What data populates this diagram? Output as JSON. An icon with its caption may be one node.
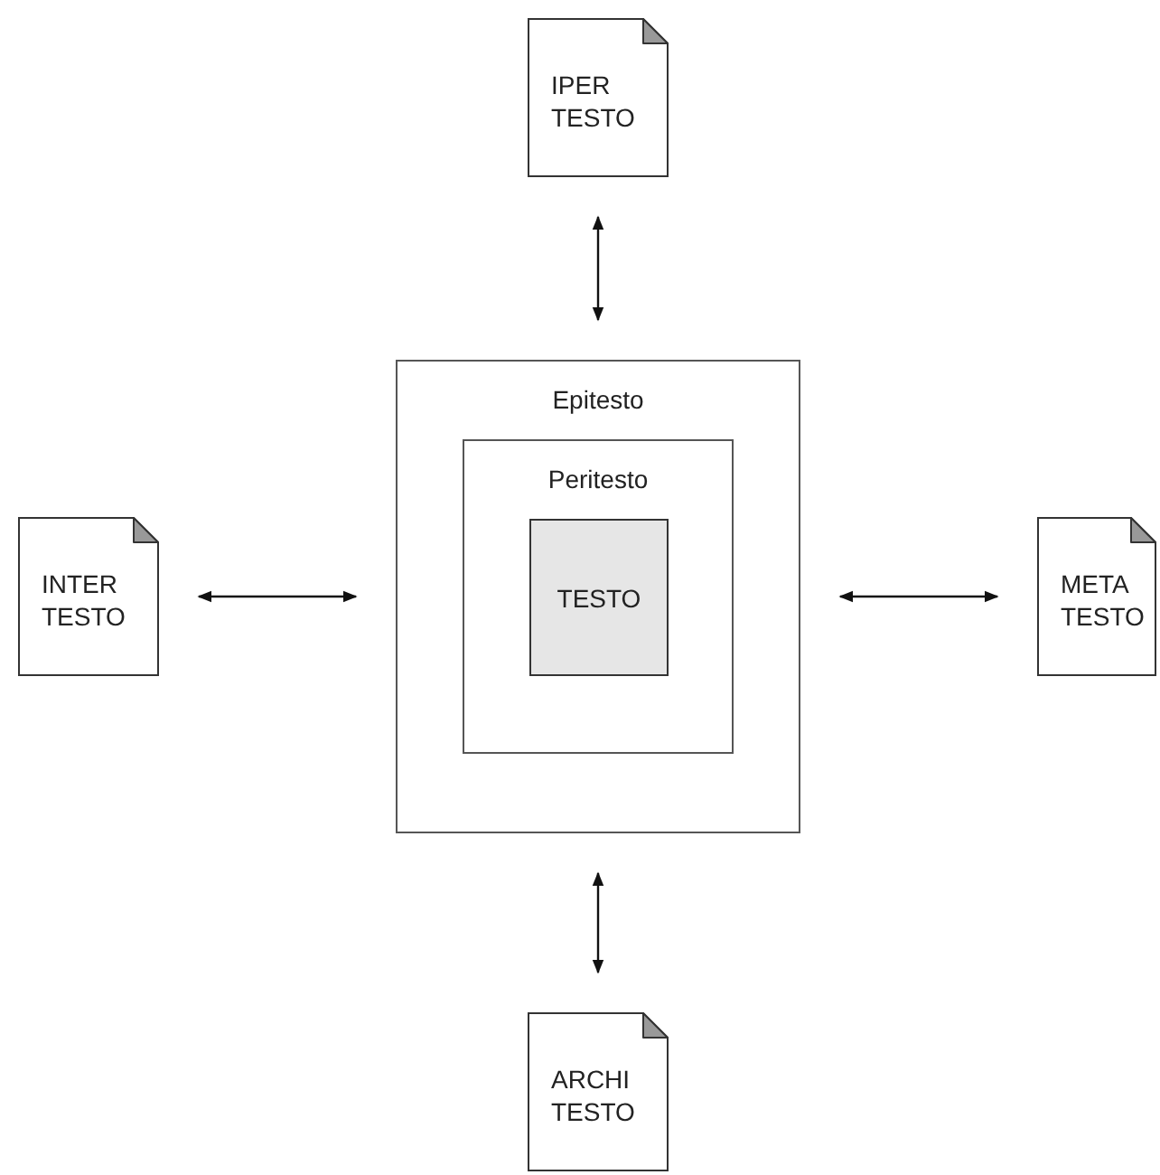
{
  "diagram": {
    "nodes": [
      {
        "text": [
          "IPER TESTO"
        ]
      },
      {
        "text": [
          "INTER TESTO"
        ]
      },
      {
        "text": [
          "Epitesto"
        ]
      },
      {
        "text": [
          "Peritesto"
        ],
        "in": 2
      },
      {
        "text": [
          "TESTO"
        ],
        "in": 3
      },
      {
        "text": [
          "META TESTO"
        ]
      },
      {
        "text": [
          "ARCHI TESTO"
        ]
      }
    ],
    "edges": [
      {
        "from": 0,
        "to": 2,
        "arrow": "both"
      },
      {
        "from": 1,
        "to": 2,
        "arrow": "both"
      },
      {
        "from": 2,
        "to": 5,
        "arrow": "both"
      },
      {
        "from": 2,
        "to": 6,
        "arrow": "both"
      }
    ]
  }
}
